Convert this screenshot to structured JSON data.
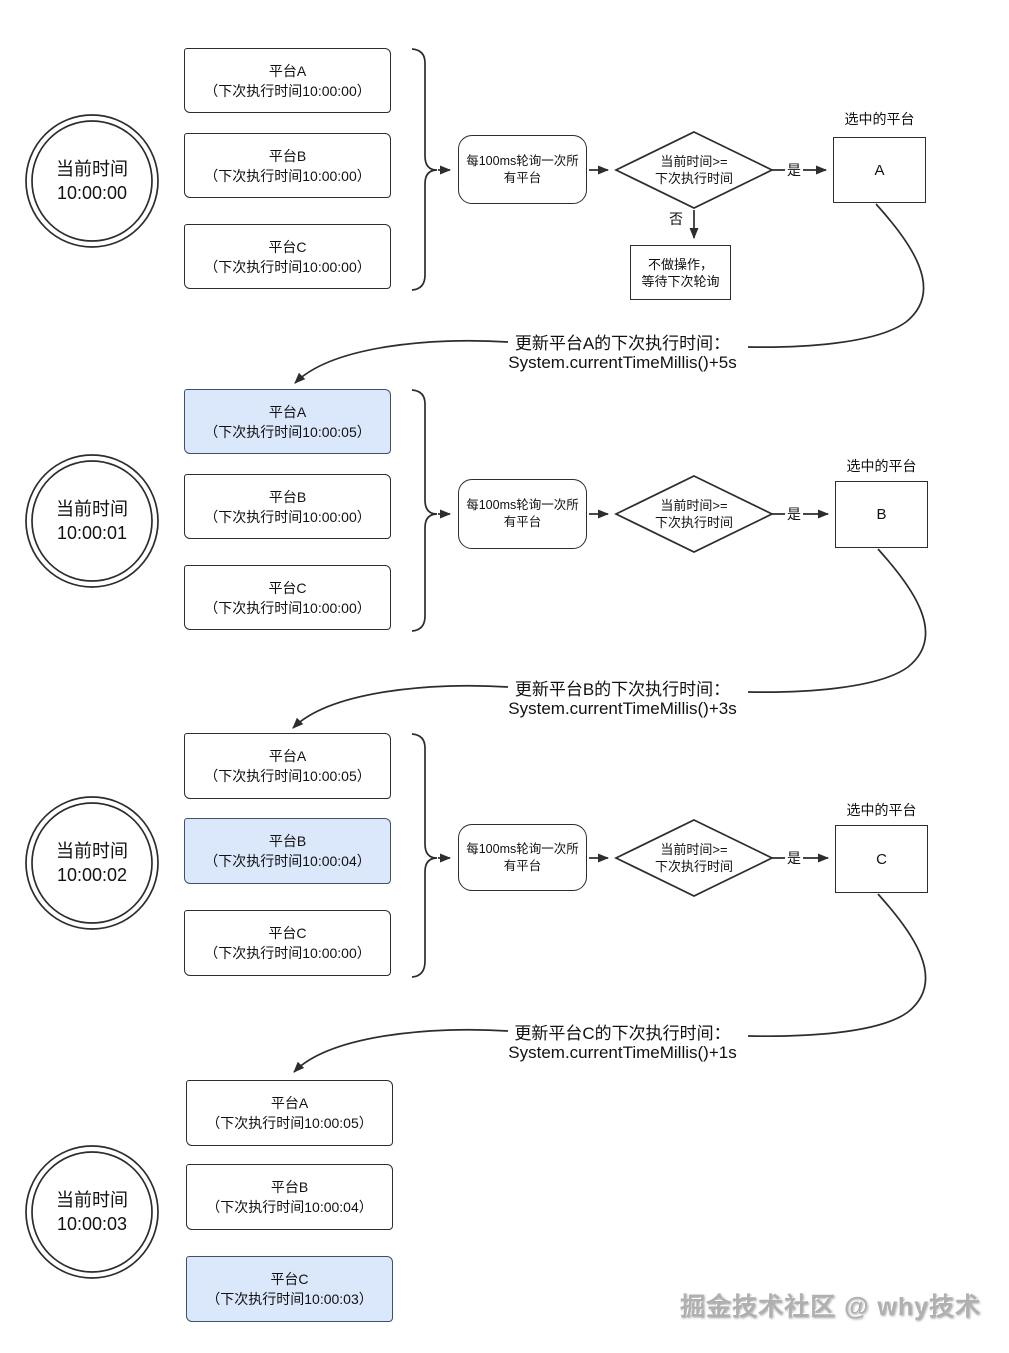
{
  "colors": {
    "highlight_fill": "#dbe8fb",
    "line": "#2d2d2d"
  },
  "flow": {
    "poll_label": "每100ms轮询一次所\n有平台",
    "condition_label": "当前时间>=\n下次执行时间",
    "yes_label": "是",
    "no_label": "否",
    "no_action_label": "不做操作，\n等待下次轮询",
    "selected_title": "选中的平台"
  },
  "sections": [
    {
      "time": "当前时间\n10:00:00",
      "platforms": [
        {
          "text": "平台A\n（下次执行时间10:00:00）",
          "highlighted": false
        },
        {
          "text": "平台B\n（下次执行时间10:00:00）",
          "highlighted": false
        },
        {
          "text": "平台C\n（下次执行时间10:00:00）",
          "highlighted": false
        }
      ],
      "selected_platform": "A",
      "annotation": "更新平台A的下次执行时间：\nSystem.currentTimeMillis()+5s"
    },
    {
      "time": "当前时间\n10:00:01",
      "platforms": [
        {
          "text": "平台A\n（下次执行时间10:00:05）",
          "highlighted": true
        },
        {
          "text": "平台B\n（下次执行时间10:00:00）",
          "highlighted": false
        },
        {
          "text": "平台C\n（下次执行时间10:00:00）",
          "highlighted": false
        }
      ],
      "selected_platform": "B",
      "annotation": "更新平台B的下次执行时间：\nSystem.currentTimeMillis()+3s"
    },
    {
      "time": "当前时间\n10:00:02",
      "platforms": [
        {
          "text": "平台A\n（下次执行时间10:00:05）",
          "highlighted": false
        },
        {
          "text": "平台B\n（下次执行时间10:00:04）",
          "highlighted": true
        },
        {
          "text": "平台C\n（下次执行时间10:00:00）",
          "highlighted": false
        }
      ],
      "selected_platform": "C",
      "annotation": "更新平台C的下次执行时间：\nSystem.currentTimeMillis()+1s"
    },
    {
      "time": "当前时间\n10:00:03",
      "platforms": [
        {
          "text": "平台A\n（下次执行时间10:00:05）",
          "highlighted": false
        },
        {
          "text": "平台B\n（下次执行时间10:00:04）",
          "highlighted": false
        },
        {
          "text": "平台C\n（下次执行时间10:00:03）",
          "highlighted": true
        }
      ]
    }
  ],
  "watermark": "掘金技术社区 @ why技术"
}
